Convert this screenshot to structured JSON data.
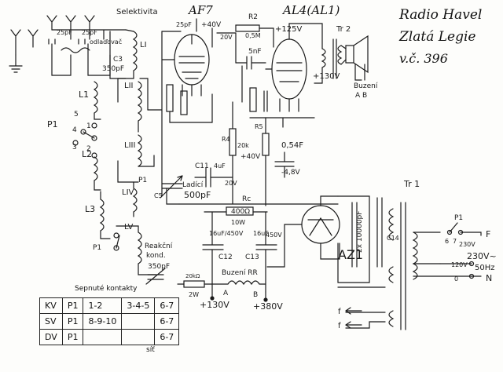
{
  "title": {
    "line1": "Radio Havel",
    "line2": "Zlatá Legie",
    "line3": "v.č. 396"
  },
  "tubes": {
    "af7": "AF7",
    "al4": "AL4(AL1)",
    "az1": "AZ1"
  },
  "labels": {
    "selektivita": "Selektivita",
    "odladovac": "odlaďovač",
    "c1_25": "25pF",
    "c2_25": "25pF",
    "c3": "C3",
    "c3_val": "350pF",
    "l1": "L1",
    "l2": "L2",
    "l3": "L3",
    "li": "LI",
    "lii": "LII",
    "liii": "LIII",
    "liv": "LIV",
    "lv": "LV",
    "p1a": "P1",
    "p1b": "P1",
    "p1c": "P1",
    "ladici": "Ladící",
    "ladici_val": "500pF",
    "c5": "C5",
    "reakcni": "Reakční",
    "kond": "kond.",
    "reakcni_val": "350pF",
    "c25pf": "25pF",
    "v40": "+40V",
    "v20": "20V",
    "r2": "R2",
    "r2_val": "0,5M",
    "v125": "+125V",
    "tr2": "Tr 2",
    "c5nf": "5nF",
    "v130a": "+130V",
    "buzeni": "Buzení",
    "ab": "A B",
    "r4": "R4",
    "r4_val": "20k",
    "r5": "R5",
    "v40b": "+40V",
    "c54": "0,54F",
    "v48": "-4,8V",
    "c11": "C11",
    "c11_val": "4uF",
    "v20b": "20V",
    "rc": "Rc",
    "r400": "400Ω",
    "w10": "10W",
    "c12": "C12",
    "c13": "C13",
    "c12_val": "16uF/450V",
    "c13_val": "16uF",
    "v450": "450V",
    "buzeni2": "Buzení RR",
    "r20k": "20kΩ",
    "w2": "2W",
    "v130b": "+130V",
    "v380": "+380V",
    "pa": "A",
    "pb": "B",
    "tr1": "Tr 1",
    "c2x": "2x 10000pF",
    "c14": "C14",
    "v230": "230V",
    "v120": "120V",
    "v0": "0",
    "p1sw": "P1",
    "sw6": "6",
    "sw7": "7",
    "f": "F",
    "n": "N",
    "mains": "230V~",
    "hz": "50Hz",
    "f1": "f",
    "f2": "f",
    "n1": "1",
    "n2": "2",
    "n3": "3",
    "n4": "4",
    "n5": "5"
  },
  "table": {
    "caption": "Sepnuté kontakty",
    "rows": [
      [
        "KV",
        "P1",
        "1-2",
        "3-4-5",
        "6-7"
      ],
      [
        "SV",
        "P1",
        "8-9-10",
        "",
        "6-7"
      ],
      [
        "DV",
        "P1",
        "",
        "",
        "6-7"
      ]
    ],
    "footer": "síť"
  }
}
